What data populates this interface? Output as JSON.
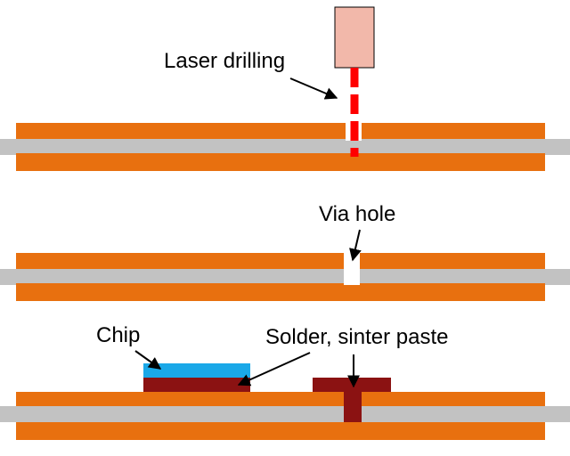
{
  "labels": {
    "laser_drilling": "Laser drilling",
    "via_hole": "Via hole",
    "chip": "Chip",
    "solder_sinter_paste": "Solder, sinter paste"
  },
  "colors": {
    "copper": "#E8700F",
    "core": "#C2C2C2",
    "laser_source": "#F2B8AA",
    "laser_beam": "#FF0000",
    "chip": "#1AA8E8",
    "solder": "#8B1212",
    "arrow": "#000000"
  }
}
